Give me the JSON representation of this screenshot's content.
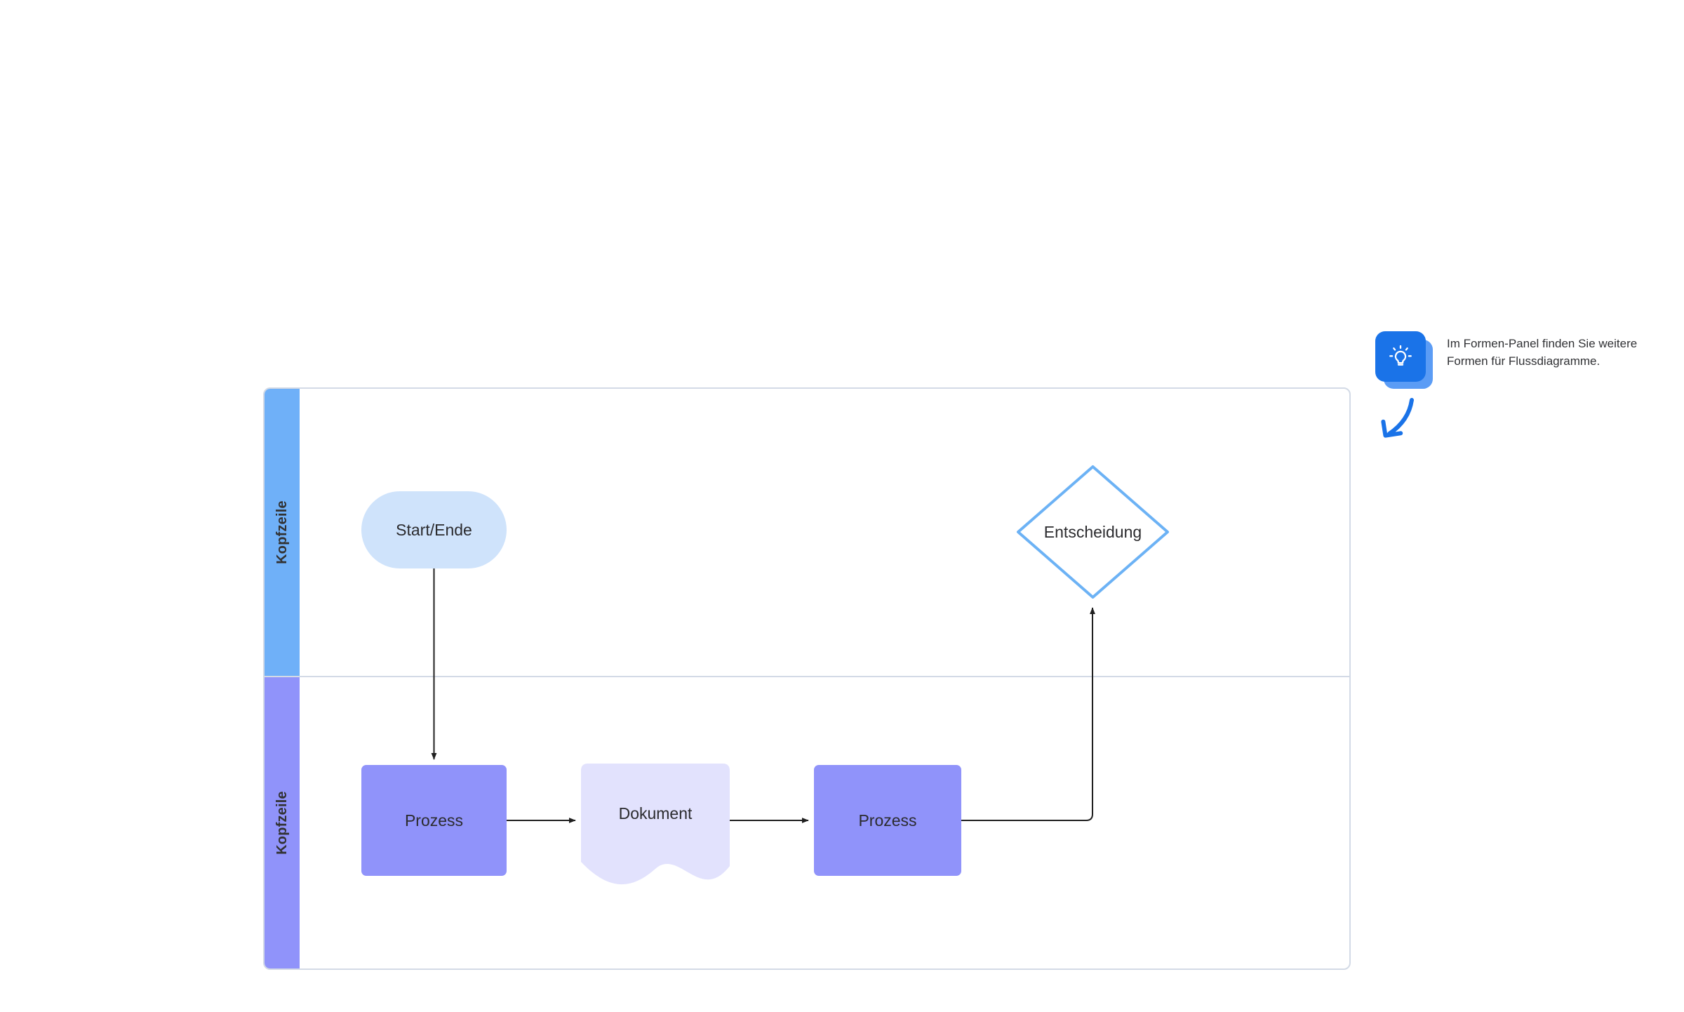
{
  "diagram": {
    "type": "swimlane-flowchart",
    "lanes": [
      {
        "header": "Kopfzeile",
        "color": "#6fb0f8"
      },
      {
        "header": "Kopfzeile",
        "color": "#9093fa"
      }
    ],
    "nodes": [
      {
        "id": "start",
        "label": "Start/Ende",
        "shape": "rounded-pill",
        "lane": 0,
        "fill": "#cfe3fb",
        "stroke": "none"
      },
      {
        "id": "decision",
        "label": "Entscheidung",
        "shape": "diamond",
        "lane": 0,
        "fill": "#ffffff",
        "stroke": "#6cb2f5"
      },
      {
        "id": "proc1",
        "label": "Prozess",
        "shape": "rectangle",
        "lane": 1,
        "fill": "#9093fa",
        "stroke": "none"
      },
      {
        "id": "doc",
        "label": "Dokument",
        "shape": "document",
        "lane": 1,
        "fill": "#e2e2fd",
        "stroke": "none"
      },
      {
        "id": "proc2",
        "label": "Prozess",
        "shape": "rectangle",
        "lane": 1,
        "fill": "#9093fa",
        "stroke": "none"
      }
    ],
    "connectors": [
      {
        "from": "start",
        "to": "proc1",
        "style": "straight-vertical",
        "arrow": "end"
      },
      {
        "from": "proc1",
        "to": "doc",
        "style": "straight-horizontal",
        "arrow": "end"
      },
      {
        "from": "doc",
        "to": "proc2",
        "style": "straight-horizontal",
        "arrow": "end"
      },
      {
        "from": "proc2",
        "to": "decision",
        "style": "elbow-right-up",
        "arrow": "end"
      }
    ],
    "connector_color": "#1f1f1f",
    "border_color": "#d3dae6"
  },
  "tip": {
    "icon": "lightbulb-icon",
    "icon_color": "#1a73e8",
    "text_line_1": "Im Formen-Panel finden Sie weitere",
    "text_line_2": "Formen für Flussdiagramme.",
    "arrow": "curved-arrow-down-left",
    "arrow_color": "#1a73e8"
  }
}
